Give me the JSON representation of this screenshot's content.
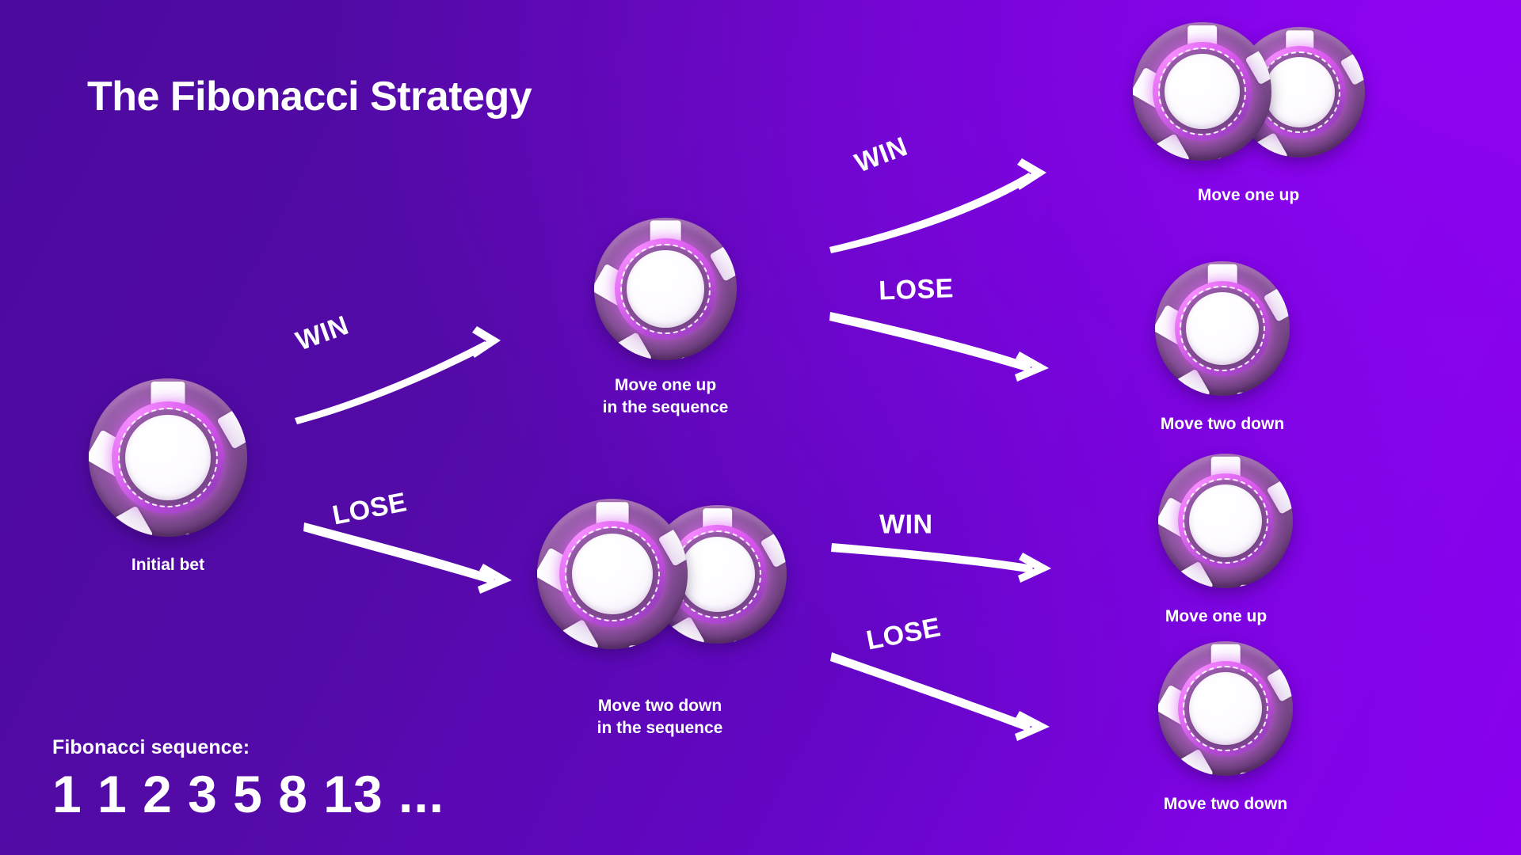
{
  "title": "The Fibonacci Strategy",
  "colors": {
    "bg_dark": "#4C0A9E",
    "bg_bright": "#8A00F0",
    "text": "#FFFFFF",
    "chip_body": "#8B559D",
    "chip_glow_ring": "#E470F4",
    "chip_center": "#FFFFFF"
  },
  "footer": {
    "label": "Fibonacci sequence:",
    "sequence": "1 1 2 3 5 8 13 ...",
    "sequence_values": [
      1,
      1,
      2,
      3,
      5,
      8,
      13
    ],
    "ellipsis": "..."
  },
  "nodes": {
    "initial": {
      "caption": "Initial bet",
      "chip_count": 1
    },
    "win_1": {
      "caption_line1": "Move one up",
      "caption_line2": "in the sequence",
      "chip_count": 1
    },
    "lose_1": {
      "caption_line1": "Move two down",
      "caption_line2": "in the sequence",
      "chip_count": 2
    },
    "out_1": {
      "caption": "Move one up",
      "chip_count": 2
    },
    "out_2": {
      "caption": "Move two down",
      "chip_count": 1
    },
    "out_3": {
      "caption": "Move one up",
      "chip_count": 1
    },
    "out_4": {
      "caption": "Move two down",
      "chip_count": 1
    }
  },
  "arrows": {
    "a1": {
      "label": "WIN"
    },
    "a2": {
      "label": "LOSE"
    },
    "a3": {
      "label": "WIN"
    },
    "a4": {
      "label": "LOSE"
    },
    "a5": {
      "label": "WIN"
    },
    "a6": {
      "label": "LOSE"
    }
  }
}
